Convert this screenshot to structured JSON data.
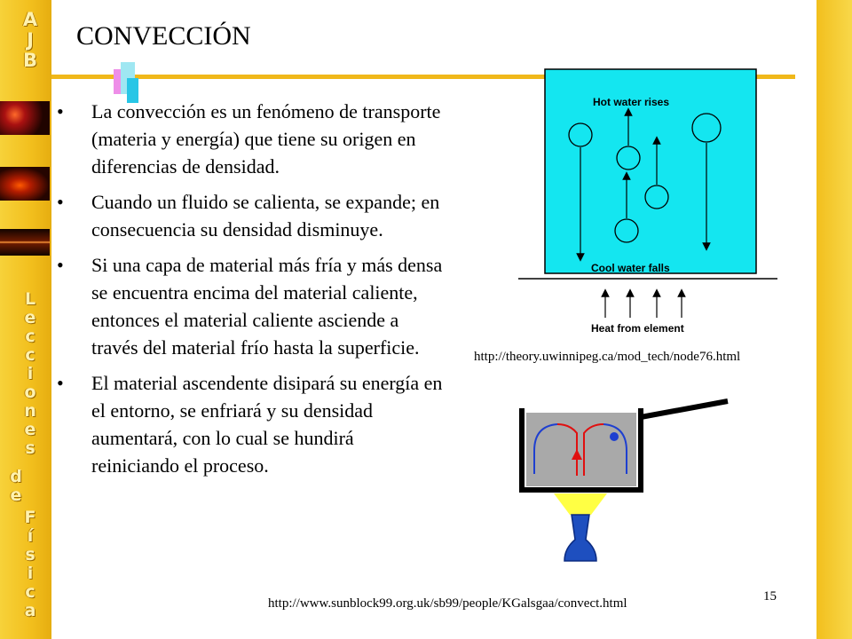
{
  "sidebar": {
    "top_letters": [
      "A",
      "J",
      "B"
    ],
    "vertical_letters_1": [
      "L",
      "e",
      "c",
      "c",
      "i",
      "o",
      "n",
      "e",
      "s"
    ],
    "vertical_letters_2": [
      "d",
      "e"
    ],
    "vertical_letters_3": [
      "F",
      "í",
      "s",
      "i",
      "c",
      "a"
    ]
  },
  "slide": {
    "title": "CONVECCIÓN",
    "bullets": [
      "La convección es un fenómeno de transporte (materia y energía) que tiene su origen en diferencias de densidad.",
      "Cuando un fluido se calienta, se expande; en consecuencia su densidad disminuye.",
      "Si una capa de material más fría y más densa se encuentra encima del material caliente, entonces el material caliente asciende a través del material frío hasta la superficie.",
      "El material ascendente disipará su energía en el entorno, se enfriará y su densidad aumentará, con lo cual se hundirá reiniciando el proceso."
    ],
    "figure1": {
      "label_top": "Hot water rises",
      "label_bottom": "Cool water falls",
      "label_heat": "Heat from element"
    },
    "source_url_1": "http://theory.uwinnipeg.ca/mod_tech/node76.html",
    "source_url_2": "http://www.sunblock99.org.uk/sb99/people/KGalsgaa/convect.html",
    "page_number": "15"
  },
  "colors": {
    "accent": "#f0b81a",
    "water": "#14e6f0",
    "flame": "#ffff44",
    "burner": "#1e4fbf"
  }
}
